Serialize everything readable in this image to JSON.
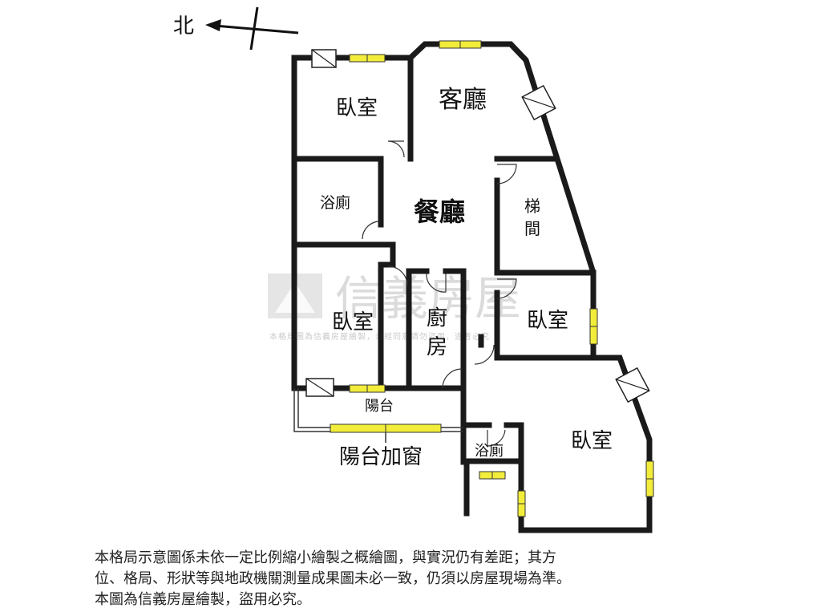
{
  "compass": {
    "label": "北"
  },
  "rooms": {
    "living_room": "客廳",
    "dining_room": "餐廳",
    "bedroom_nw": "臥室",
    "bedroom_w": "臥室",
    "bedroom_e": "臥室",
    "bedroom_se": "臥室",
    "bathroom_main": "浴廁",
    "bathroom_small": "浴廁",
    "stairwell_1": "梯",
    "stairwell_2": "間",
    "kitchen_1": "廚",
    "kitchen_2": "房",
    "balcony": "陽台"
  },
  "balcony_window_label": "陽台加窗",
  "watermark": {
    "brand": "信義房屋",
    "notice": "本格局圖為信義房屋繪製，未經同意請勿盜用，違者必究"
  },
  "disclaimer": {
    "line1": "本格局示意圖係未依一定比例縮小繪製之概繪圖，與實況仍有差距；其方",
    "line2": "位、格局、形狀等與地政機關測量成果圖未必一致，仍須以房屋現場為準。",
    "line3": "本圖為信義房屋繪製，盜用必究。"
  }
}
